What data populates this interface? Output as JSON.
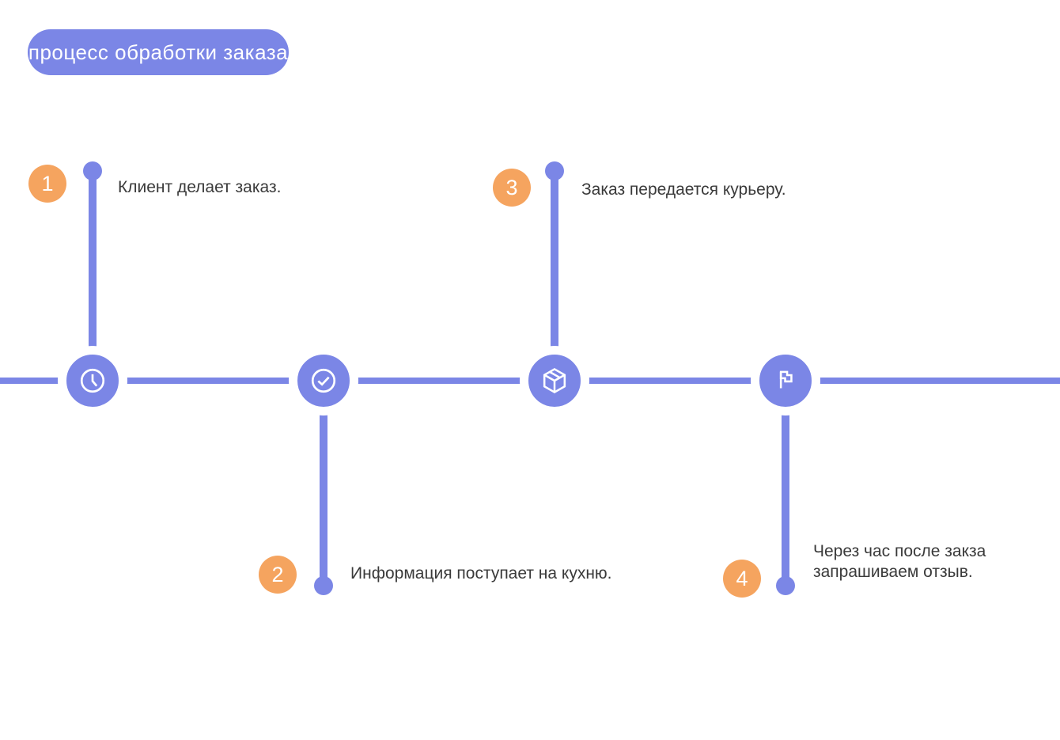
{
  "title": {
    "label": "процесс обработки заказа"
  },
  "colors": {
    "primary_periwinkle": "#7b86e6",
    "accent_orange": "#f5a45f",
    "text_dark": "#3a3a3a",
    "background": "#ffffff"
  },
  "timeline": {
    "orientation": "horizontal",
    "step_count": 4
  },
  "steps": [
    {
      "number": "1",
      "label": "Клиент делает заказ.",
      "icon": "clock-icon",
      "branch": "up"
    },
    {
      "number": "2",
      "label": "Информация поступает на кухню.",
      "icon": "check-circle-icon",
      "branch": "down"
    },
    {
      "number": "3",
      "label": "Заказ передается курьеру.",
      "icon": "package-icon",
      "branch": "up"
    },
    {
      "number": "4",
      "label": "Через час после закза\nзапрашиваем отзыв.",
      "icon": "flag-icon",
      "branch": "down"
    }
  ]
}
